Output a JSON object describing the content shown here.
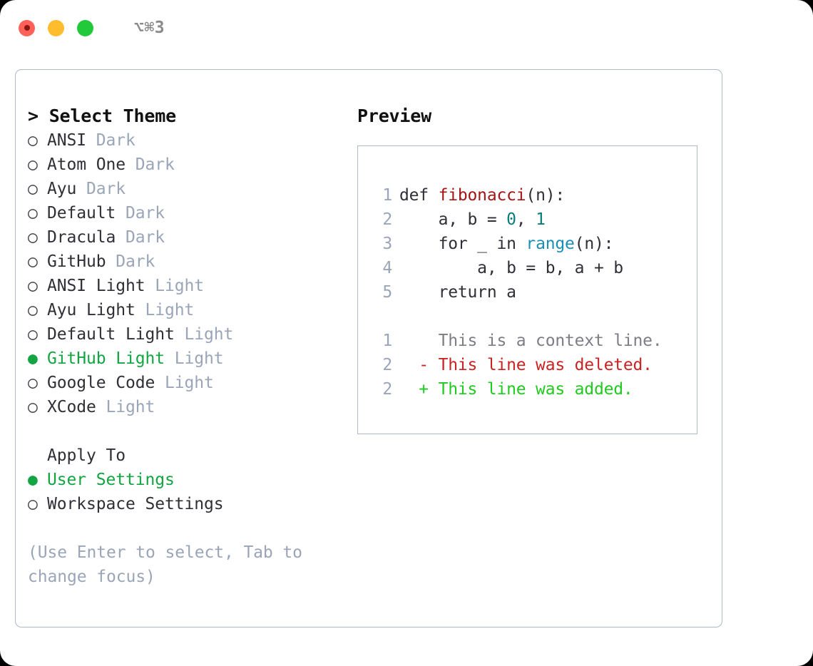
{
  "titlebar": {
    "shortcut": "⌥⌘3",
    "lights": [
      "close-light",
      "minimize-light",
      "maximize-light"
    ]
  },
  "theme_section": {
    "caret": "> ",
    "heading": "Select Theme",
    "options": [
      {
        "marker": "○",
        "label": "ANSI",
        "tag": " Dark",
        "selected": false
      },
      {
        "marker": "○",
        "label": "Atom One",
        "tag": " Dark",
        "selected": false
      },
      {
        "marker": "○",
        "label": "Ayu",
        "tag": " Dark",
        "selected": false
      },
      {
        "marker": "○",
        "label": "Default",
        "tag": " Dark",
        "selected": false
      },
      {
        "marker": "○",
        "label": "Dracula",
        "tag": " Dark",
        "selected": false
      },
      {
        "marker": "○",
        "label": "GitHub",
        "tag": " Dark",
        "selected": false
      },
      {
        "marker": "○",
        "label": "ANSI Light",
        "tag": " Light",
        "selected": false
      },
      {
        "marker": "○",
        "label": "Ayu Light",
        "tag": " Light",
        "selected": false
      },
      {
        "marker": "○",
        "label": "Default Light",
        "tag": " Light",
        "selected": false
      },
      {
        "marker": "●",
        "label": "GitHub Light",
        "tag": " Light",
        "selected": true
      },
      {
        "marker": "○",
        "label": "Google Code",
        "tag": " Light",
        "selected": false
      },
      {
        "marker": "○",
        "label": "XCode",
        "tag": " Light",
        "selected": false
      }
    ]
  },
  "apply_section": {
    "heading": "Apply To",
    "options": [
      {
        "marker": "●",
        "label": "User Settings",
        "tag": "",
        "selected": true
      },
      {
        "marker": "○",
        "label": "Workspace Settings",
        "tag": "",
        "selected": false
      }
    ]
  },
  "hint": "(Use Enter to select, Tab to change focus)",
  "preview": {
    "title": "Preview",
    "code_lines": [
      {
        "ln": "1",
        "tokens": [
          {
            "t": "def ",
            "c": "tok-def"
          },
          {
            "t": "fibonacci",
            "c": "tok-fn"
          },
          {
            "t": "(n):",
            "c": "tok-plain"
          }
        ]
      },
      {
        "ln": "2",
        "tokens": [
          {
            "t": "    a, b = ",
            "c": "tok-plain"
          },
          {
            "t": "0",
            "c": "tok-num"
          },
          {
            "t": ", ",
            "c": "tok-plain"
          },
          {
            "t": "1",
            "c": "tok-num"
          }
        ]
      },
      {
        "ln": "3",
        "tokens": [
          {
            "t": "    for _ in ",
            "c": "tok-plain"
          },
          {
            "t": "range",
            "c": "tok-call"
          },
          {
            "t": "(n):",
            "c": "tok-plain"
          }
        ]
      },
      {
        "ln": "4",
        "tokens": [
          {
            "t": "        a, b = b, a + b",
            "c": "tok-plain"
          }
        ]
      },
      {
        "ln": "5",
        "tokens": [
          {
            "t": "    return a",
            "c": "tok-plain"
          }
        ]
      }
    ],
    "diff_lines": [
      {
        "ln": "1",
        "sign": "  ",
        "text": "This is a context line.",
        "cls": "diff-ctx"
      },
      {
        "ln": "2",
        "sign": "- ",
        "text": "This line was deleted.",
        "cls": "diff-del"
      },
      {
        "ln": "2",
        "sign": "+ ",
        "text": "This line was added.",
        "cls": "diff-add"
      }
    ]
  },
  "colors": {
    "accent_green": "#12a542",
    "tag_gray": "#9aa5b8",
    "border": "#aeb8c6",
    "diff_delete": "#cc2222",
    "diff_add": "#1ecb1e",
    "function_red": "#a31515",
    "number_teal": "#0b7c7c",
    "builtin_blue": "#1a8fb5"
  }
}
